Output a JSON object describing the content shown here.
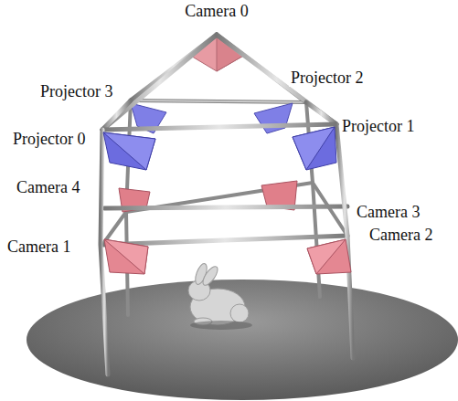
{
  "diagram": {
    "labels": [
      "Camera 0",
      "Projector 3",
      "Projector 2",
      "Projector 0",
      "Projector 1",
      "Camera 4",
      "Camera 3",
      "Camera 1",
      "Camera 2"
    ]
  }
}
